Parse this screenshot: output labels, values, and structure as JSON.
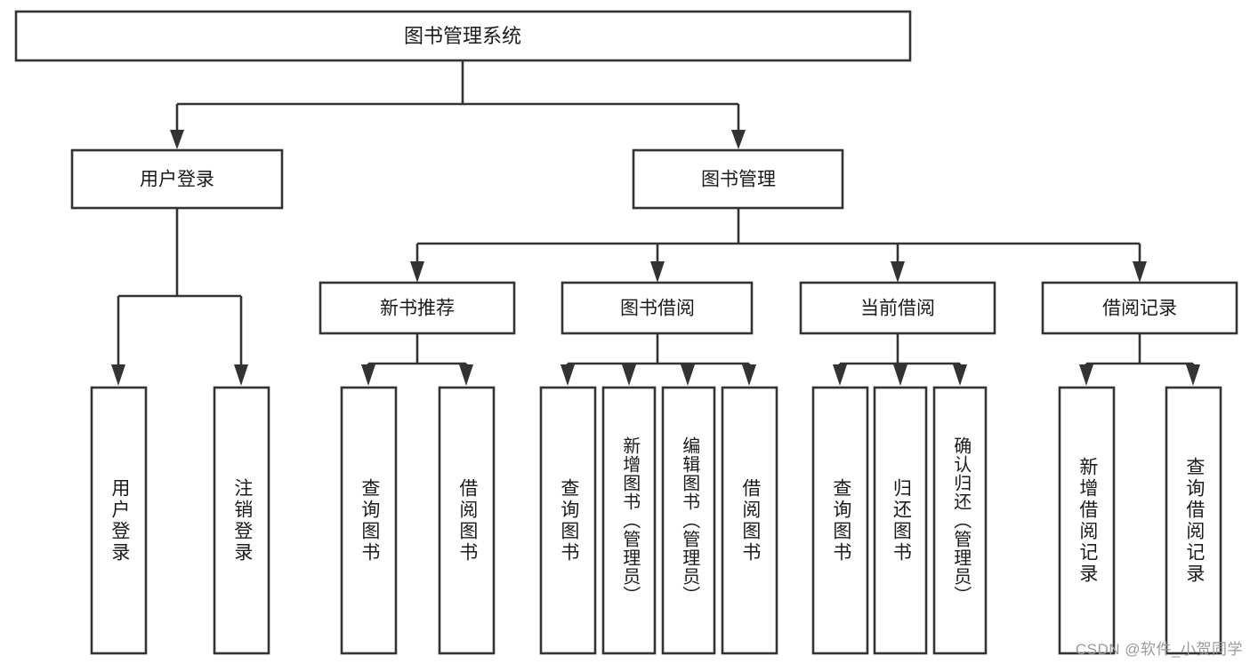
{
  "diagram": {
    "type": "tree-hierarchy",
    "title": "图书管理系统",
    "root": {
      "label": "图书管理系统"
    },
    "level2": [
      {
        "label": "用户登录"
      },
      {
        "label": "图书管理"
      }
    ],
    "level3": [
      {
        "label": "新书推荐"
      },
      {
        "label": "图书借阅"
      },
      {
        "label": "当前借阅"
      },
      {
        "label": "借阅记录"
      }
    ],
    "leaves": {
      "user_login": [
        {
          "label": "用户登录"
        },
        {
          "label": "注销登录"
        }
      ],
      "new_book_recommend": [
        {
          "label": "查询图书"
        },
        {
          "label": "借阅图书"
        }
      ],
      "book_borrow": [
        {
          "label": "查询图书"
        },
        {
          "label": "新增图书（管理员）"
        },
        {
          "label": "编辑图书（管理员）"
        },
        {
          "label": "借阅图书"
        }
      ],
      "current_borrow": [
        {
          "label": "查询图书"
        },
        {
          "label": "归还图书"
        },
        {
          "label": "确认归还（管理员）"
        }
      ],
      "borrow_record": [
        {
          "label": "新增借阅记录"
        },
        {
          "label": "查询借阅记录"
        }
      ]
    }
  },
  "watermark": {
    "text": "CSDN @软件_小贺同学"
  },
  "colors": {
    "stroke": "#333333",
    "box_fill": "#ffffff",
    "text": "#1b1b1b",
    "watermark": "#9a9a9a",
    "background": "#ffffff"
  }
}
